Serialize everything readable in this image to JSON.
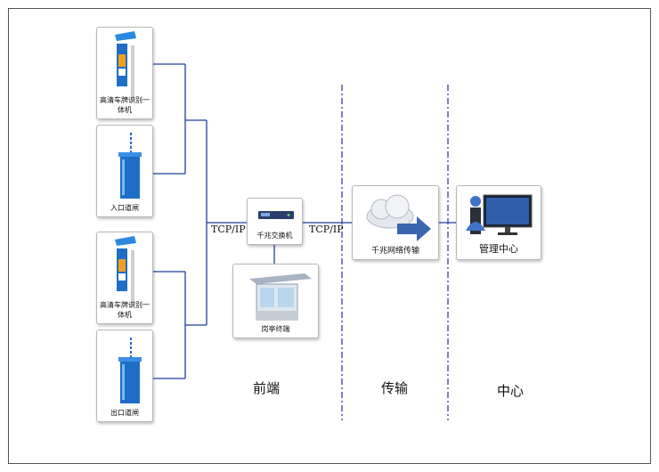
{
  "devices": {
    "lpr_entry": "高清车牌识别一体机",
    "gate_entry": "入口道闸",
    "lpr_exit": "高清车牌识别一体机",
    "gate_exit": "出口道闸",
    "switch": "千兆交换机",
    "booth": "岗亭终端",
    "network": "千兆网络传输",
    "center": "管理中心"
  },
  "links": {
    "left_protocol": "TCP/IP",
    "right_protocol": "TCP/IP"
  },
  "zones": {
    "front": "前端",
    "transport": "传输",
    "center": "中心"
  },
  "colors": {
    "line": "#1f3f9a",
    "divider": "#4a4aa8",
    "cabinet": "#1e6ec8",
    "cloud_arrow": "#3a66b0"
  }
}
